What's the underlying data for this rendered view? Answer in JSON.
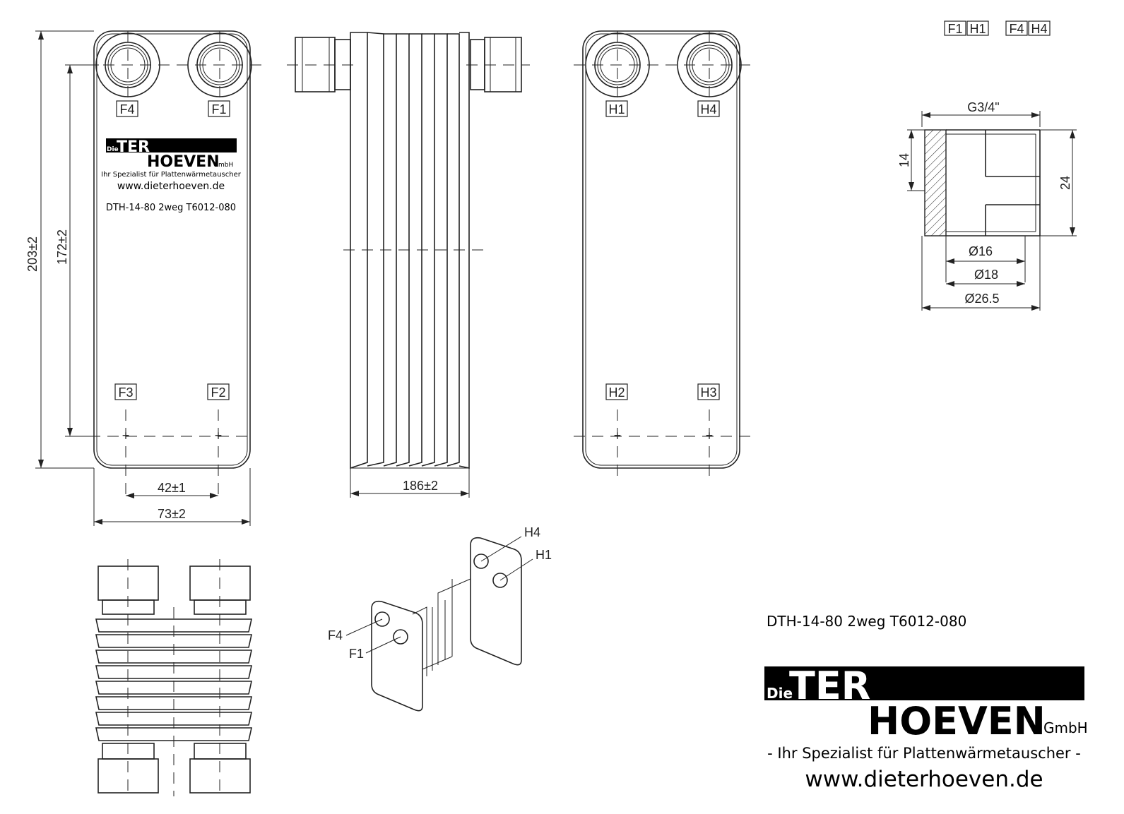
{
  "front_view": {
    "ports_top": [
      "F4",
      "F1"
    ],
    "ports_bottom": [
      "F3",
      "F2"
    ],
    "dim_height": "203±2",
    "dim_port_distance": "172±2",
    "dim_port_spacing": "42±1",
    "dim_width": "73±2",
    "label_logo_die": "Die",
    "label_logo_ter": "TER",
    "label_logo_hoeven": "HOEVEN",
    "label_logo_gmbh": "GmbH",
    "label_slogan": "Ihr Spezialist für Plattenwärmetauscher",
    "label_url": "www.dieterhoeven.de",
    "label_model": "DTH-14-80 2weg T6012-080"
  },
  "side_view": {
    "dim_depth": "186±2"
  },
  "back_view": {
    "ports_top": [
      "H1",
      "H4"
    ],
    "ports_bottom": [
      "H2",
      "H3"
    ]
  },
  "connection_detail": {
    "legend": [
      "F1",
      "H1",
      "F4",
      "H4"
    ],
    "thread": "G3/4\"",
    "dim_14": "14",
    "dim_24": "24",
    "dia_16": "Ø16",
    "dia_18": "Ø18",
    "dia_265": "Ø26.5"
  },
  "flow_schematic": {
    "labels": [
      "H4",
      "H1",
      "F4",
      "F1"
    ]
  },
  "title_block": {
    "model": "DTH-14-80 2weg T6012-080",
    "logo_die": "Die",
    "logo_ter": "TER",
    "logo_hoeven": "HOEVEN",
    "logo_gmbh": "GmbH",
    "slogan": "- Ihr Spezialist für Plattenwärmetauscher -",
    "url": "www.dieterhoeven.de"
  }
}
